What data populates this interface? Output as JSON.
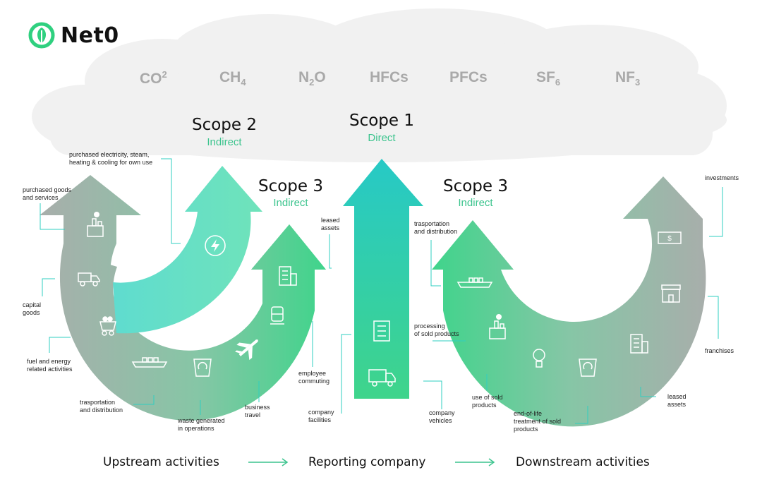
{
  "brand": {
    "name": "Net0"
  },
  "gases": [
    {
      "base": "CO",
      "sup": "2",
      "sub": ""
    },
    {
      "base": "CH",
      "sup": "",
      "sub": "4"
    },
    {
      "base": "N",
      "sup": "",
      "sub": "2",
      "tail": "O"
    },
    {
      "base": "HFCs",
      "sup": "",
      "sub": ""
    },
    {
      "base": "PFCs",
      "sup": "",
      "sub": ""
    },
    {
      "base": "SF",
      "sup": "",
      "sub": "6"
    },
    {
      "base": "NF",
      "sup": "",
      "sub": "3"
    }
  ],
  "scopes": {
    "scope2": {
      "title": "Scope 2",
      "subtitle": "Indirect"
    },
    "scope1": {
      "title": "Scope 1",
      "subtitle": "Direct"
    },
    "scope3_up": {
      "title": "Scope 3",
      "subtitle": "Indirect"
    },
    "scope3_down": {
      "title": "Scope 3",
      "subtitle": "Indirect"
    }
  },
  "labels": {
    "purchased_electricity": [
      "purchased electricity, steam,",
      "heating & cooling for own use"
    ],
    "purchased_goods": [
      "purchased goods",
      "and services"
    ],
    "capital_goods": [
      "capital",
      "goods"
    ],
    "fuel_energy": [
      "fuel and energy",
      "related activities"
    ],
    "transport_up": [
      "trasportation",
      "and distribution"
    ],
    "waste": [
      "waste generated",
      "in operations"
    ],
    "business_travel": [
      "business",
      "travel"
    ],
    "employee_commuting": [
      "employee",
      "commuting"
    ],
    "leased_assets_up": [
      "leased",
      "assets"
    ],
    "company_facilities": [
      "company",
      "facilities"
    ],
    "company_vehicles": [
      "company",
      "vehicles"
    ],
    "transport_down": [
      "trasportation",
      "and distribution"
    ],
    "processing": [
      "processing",
      "of sold products"
    ],
    "use_sold": [
      "use of sold",
      "products"
    ],
    "end_of_life": [
      "end-of-life",
      "treatment of sold",
      "products"
    ],
    "investments": [
      "investments"
    ],
    "franchises": [
      "franchises"
    ],
    "leased_assets_down": [
      "leased",
      "assets"
    ]
  },
  "flow": {
    "upstream": "Upstream activities",
    "reporting": "Reporting company",
    "downstream": "Downstream activities"
  },
  "colors": {
    "accent": "#3cc48e",
    "teal": "#5ddcc0",
    "gray": "#a5aaa8",
    "cloud": "#f1f1f1",
    "connector": "#2fcfc0"
  },
  "icons": [
    "lightning-icon",
    "factory-icon",
    "truck-icon",
    "coal-cart-icon",
    "ship-icon",
    "recycle-bin-icon",
    "airplane-icon",
    "train-icon",
    "building-icon",
    "dollar-bill-icon",
    "store-icon",
    "lightbulb-icon"
  ]
}
